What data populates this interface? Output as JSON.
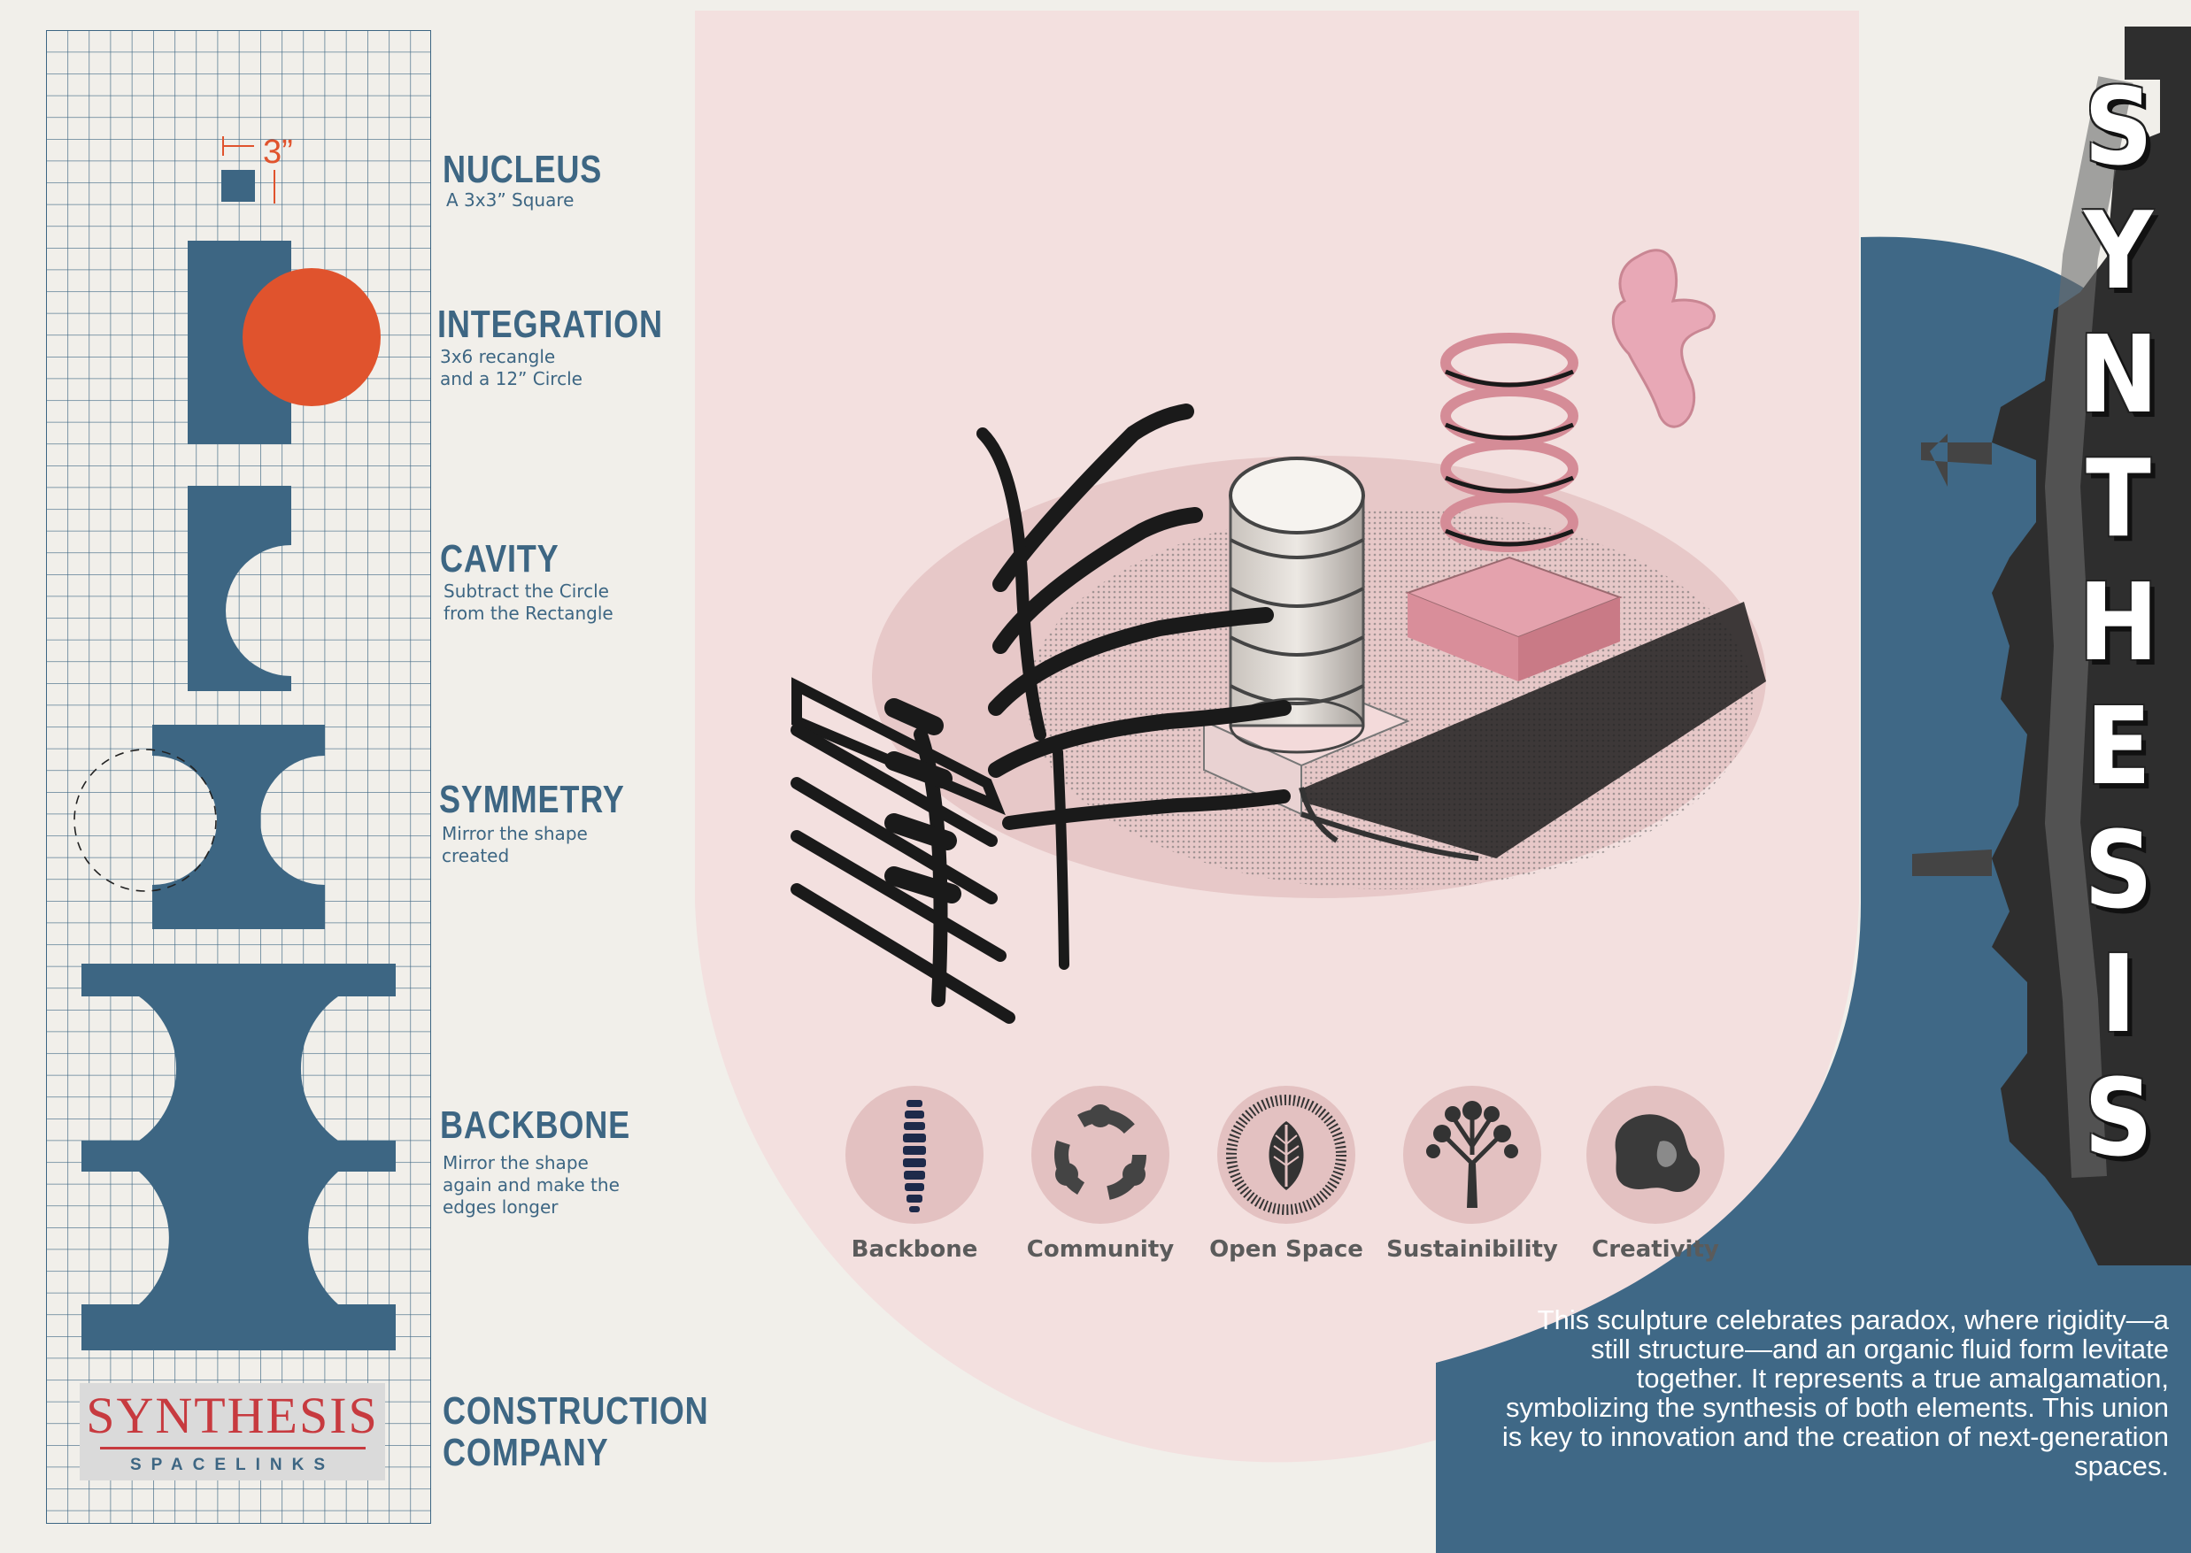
{
  "steps": [
    {
      "title": "NUCLEUS",
      "desc": "A 3x3” Square"
    },
    {
      "title": "INTEGRATION",
      "desc": "3x6 recangle\nand a 12” Circle"
    },
    {
      "title": "CAVITY",
      "desc": "Subtract the Circle\nfrom the Rectangle"
    },
    {
      "title": "SYMMETRY",
      "desc": "Mirror the shape\ncreated"
    },
    {
      "title": "BACKBONE",
      "desc": "Mirror the shape\nagain and make the\nedges longer"
    }
  ],
  "dimension_label": "3”",
  "company": {
    "title_line1": "CONSTRUCTION",
    "title_line2": "COMPANY",
    "logo_main": "SYNTHESIS",
    "logo_sub": "SPACELINKS"
  },
  "icons": [
    {
      "label": "Backbone",
      "icon": "spine-icon"
    },
    {
      "label": "Community",
      "icon": "community-icon"
    },
    {
      "label": "Open Space",
      "icon": "leaf-sun-icon"
    },
    {
      "label": "Sustainibility",
      "icon": "tree-icon"
    },
    {
      "label": "Creativity",
      "icon": "abstract-blob-icon"
    }
  ],
  "vertical_title": [
    "S",
    "Y",
    "N",
    "T",
    "H",
    "E",
    "S",
    "I",
    "S"
  ],
  "description": "This sculpture celebrates paradox, where rigidity—a still structure—and an organic fluid form levitate together. It represents a true amalgamation, symbolizing the synthesis of both elements. This union is key to innovation and the creation of next-generation spaces.",
  "colors": {
    "steel_blue": "#3d6683",
    "orange": "#e0532d",
    "blush": "#f1dcdc",
    "icon_circle": "#e3c1c1",
    "pink": "#e4a2ad"
  }
}
